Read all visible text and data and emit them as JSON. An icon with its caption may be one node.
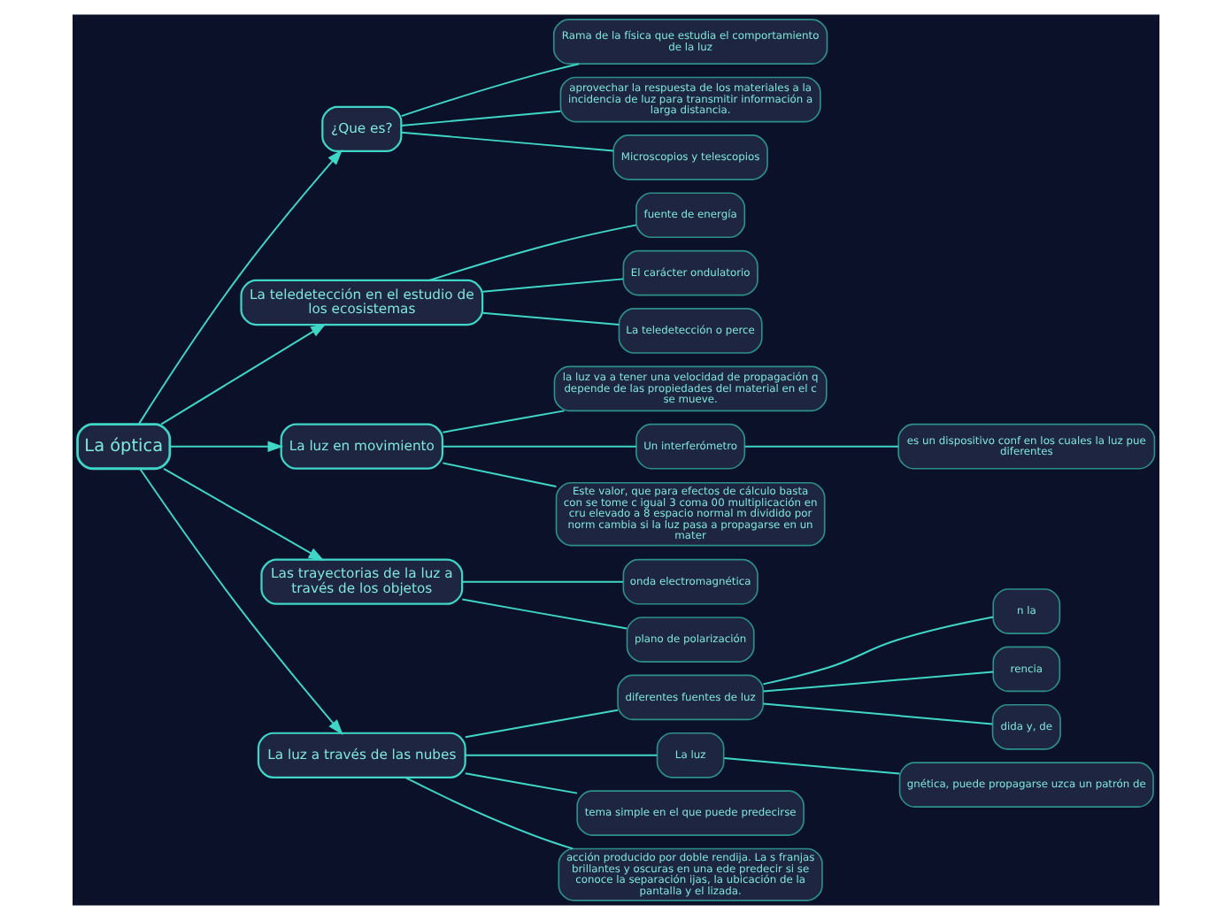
{
  "diagram": {
    "nodes": [
      {
        "text": [
          "La óptica"
        ]
      },
      {
        "text": [
          "¿Que es?"
        ]
      },
      {
        "text": [
          "Rama de la física que estudia el comportamiento de la luz"
        ]
      },
      {
        "text": [
          "aprovechar la respuesta de los materiales a la incidencia de luz para transmitir información a larga distancia."
        ]
      },
      {
        "text": [
          "Microscopios y telescopios"
        ]
      },
      {
        "text": [
          "La teledetección en el estudio de los ecosistemas"
        ]
      },
      {
        "text": [
          "fuente de energía"
        ]
      },
      {
        "text": [
          "El carácter ondulatorio"
        ]
      },
      {
        "text": [
          "La teledetección o perce"
        ]
      },
      {
        "text": [
          "La luz en movimiento"
        ]
      },
      {
        "text": [
          "la luz va a tener una velocidad de propagación q depende de las propiedades del material en el c se mueve."
        ]
      },
      {
        "text": [
          "Un interferómetro"
        ]
      },
      {
        "text": [
          "es un dispositivo conf en los cuales la luz pue diferentes"
        ]
      },
      {
        "text": [
          "Este valor, que para efectos de cálculo basta con se tome c igual 3 coma 00 multiplicación en cru elevado a 8 espacio normal m dividido por norm cambia si la luz pasa a propagarse en un mater"
        ]
      },
      {
        "text": [
          "Las trayectorias de la luz a través de los objetos"
        ]
      },
      {
        "text": [
          "onda electromagnética"
        ]
      },
      {
        "text": [
          "plano de polarización"
        ]
      },
      {
        "text": [
          "La luz a través de las nubes"
        ]
      },
      {
        "text": [
          "diferentes fuentes de luz"
        ]
      },
      {
        "text": [
          "n la"
        ]
      },
      {
        "text": [
          "rencia"
        ]
      },
      {
        "text": [
          "dida y, de"
        ]
      },
      {
        "text": [
          "La luz"
        ]
      },
      {
        "text": [
          "gnética, puede propagarse uzca un patrón de"
        ]
      },
      {
        "text": [
          "tema simple en el que puede predecirse"
        ]
      },
      {
        "text": [
          "acción producido por doble rendija. La s franjas brillantes y oscuras en una ede predecir si se conoce la separación ijas, la ubicación de la pantalla y el lizada."
        ]
      }
    ],
    "edges": [
      {
        "from": 0,
        "to": 1,
        "arrow": "to"
      },
      {
        "from": 1,
        "to": 2,
        "arrow": "none"
      },
      {
        "from": 1,
        "to": 3,
        "arrow": "none"
      },
      {
        "from": 1,
        "to": 4,
        "arrow": "none"
      },
      {
        "from": 0,
        "to": 5,
        "arrow": "to"
      },
      {
        "from": 5,
        "to": 6,
        "arrow": "none"
      },
      {
        "from": 5,
        "to": 7,
        "arrow": "none"
      },
      {
        "from": 5,
        "to": 8,
        "arrow": "none"
      },
      {
        "from": 0,
        "to": 9,
        "arrow": "to"
      },
      {
        "from": 9,
        "to": 10,
        "arrow": "none"
      },
      {
        "from": 9,
        "to": 11,
        "arrow": "none"
      },
      {
        "from": 11,
        "to": 12,
        "arrow": "none"
      },
      {
        "from": 9,
        "to": 13,
        "arrow": "none"
      },
      {
        "from": 0,
        "to": 14,
        "arrow": "to"
      },
      {
        "from": 14,
        "to": 15,
        "arrow": "none"
      },
      {
        "from": 14,
        "to": 16,
        "arrow": "none"
      },
      {
        "from": 0,
        "to": 17,
        "arrow": "to"
      },
      {
        "from": 17,
        "to": 18,
        "arrow": "none"
      },
      {
        "from": 18,
        "to": 19,
        "arrow": "none"
      },
      {
        "from": 18,
        "to": 20,
        "arrow": "none"
      },
      {
        "from": 18,
        "to": 21,
        "arrow": "none"
      },
      {
        "from": 17,
        "to": 22,
        "arrow": "none"
      },
      {
        "from": 22,
        "to": 23,
        "arrow": "none"
      },
      {
        "from": 17,
        "to": 24,
        "arrow": "none"
      },
      {
        "from": 17,
        "to": 25,
        "arrow": "none"
      }
    ]
  }
}
